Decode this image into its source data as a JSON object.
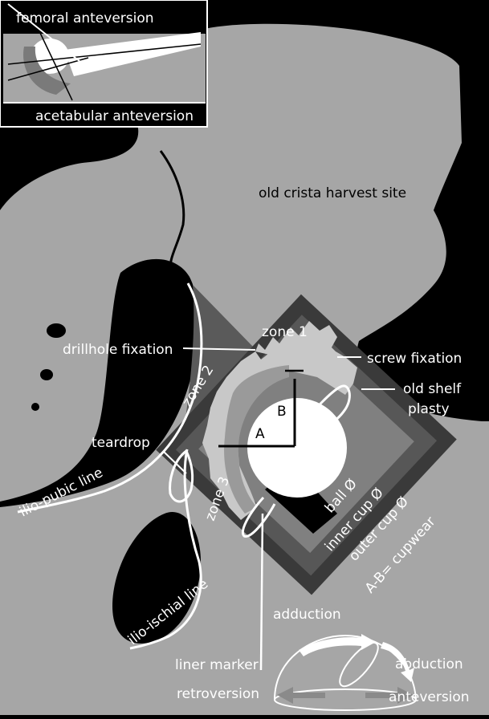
{
  "colors": {
    "background": "#000000",
    "bone": "#a6a6a6",
    "dark_wedge": "#5a5a5a",
    "cup_outer": "#3a3a3a",
    "cup_inner": "#575757",
    "cup_ball": "#808080",
    "cement_light": "#c8c8c8",
    "white": "#ffffff"
  },
  "inset": {
    "femoral_anteversion": "femoral anteversion",
    "acetabular_anteversion": "acetabular anteversion"
  },
  "labels": {
    "old_crista_harvest_site": "old crista harvest site",
    "zone_1": "zone 1",
    "zone_2": "zone 2",
    "zone_3": "zone 3",
    "drillhole_fixation": "drillhole fixation",
    "screw_fixation": "screw fixation",
    "old_shelf_plasty_line1": "old shelf",
    "old_shelf_plasty_line2": "plasty",
    "teardrop": "teardrop",
    "ilio_pubic_line": "ilio-pubic line",
    "ilio_ischial_line": "ilio-ischial line",
    "point_a": "A",
    "point_b": "B",
    "ball_diameter": "ball Ø",
    "inner_cup_diameter": "inner cup Ø",
    "outer_cup_diameter": "outer cup Ø",
    "cupwear": "A-B= cupwear",
    "liner_marker": "liner marker"
  },
  "motion": {
    "adduction": "adduction",
    "abduction": "abduction",
    "retroversion": "retroversion",
    "anteversion": "anteversion"
  }
}
